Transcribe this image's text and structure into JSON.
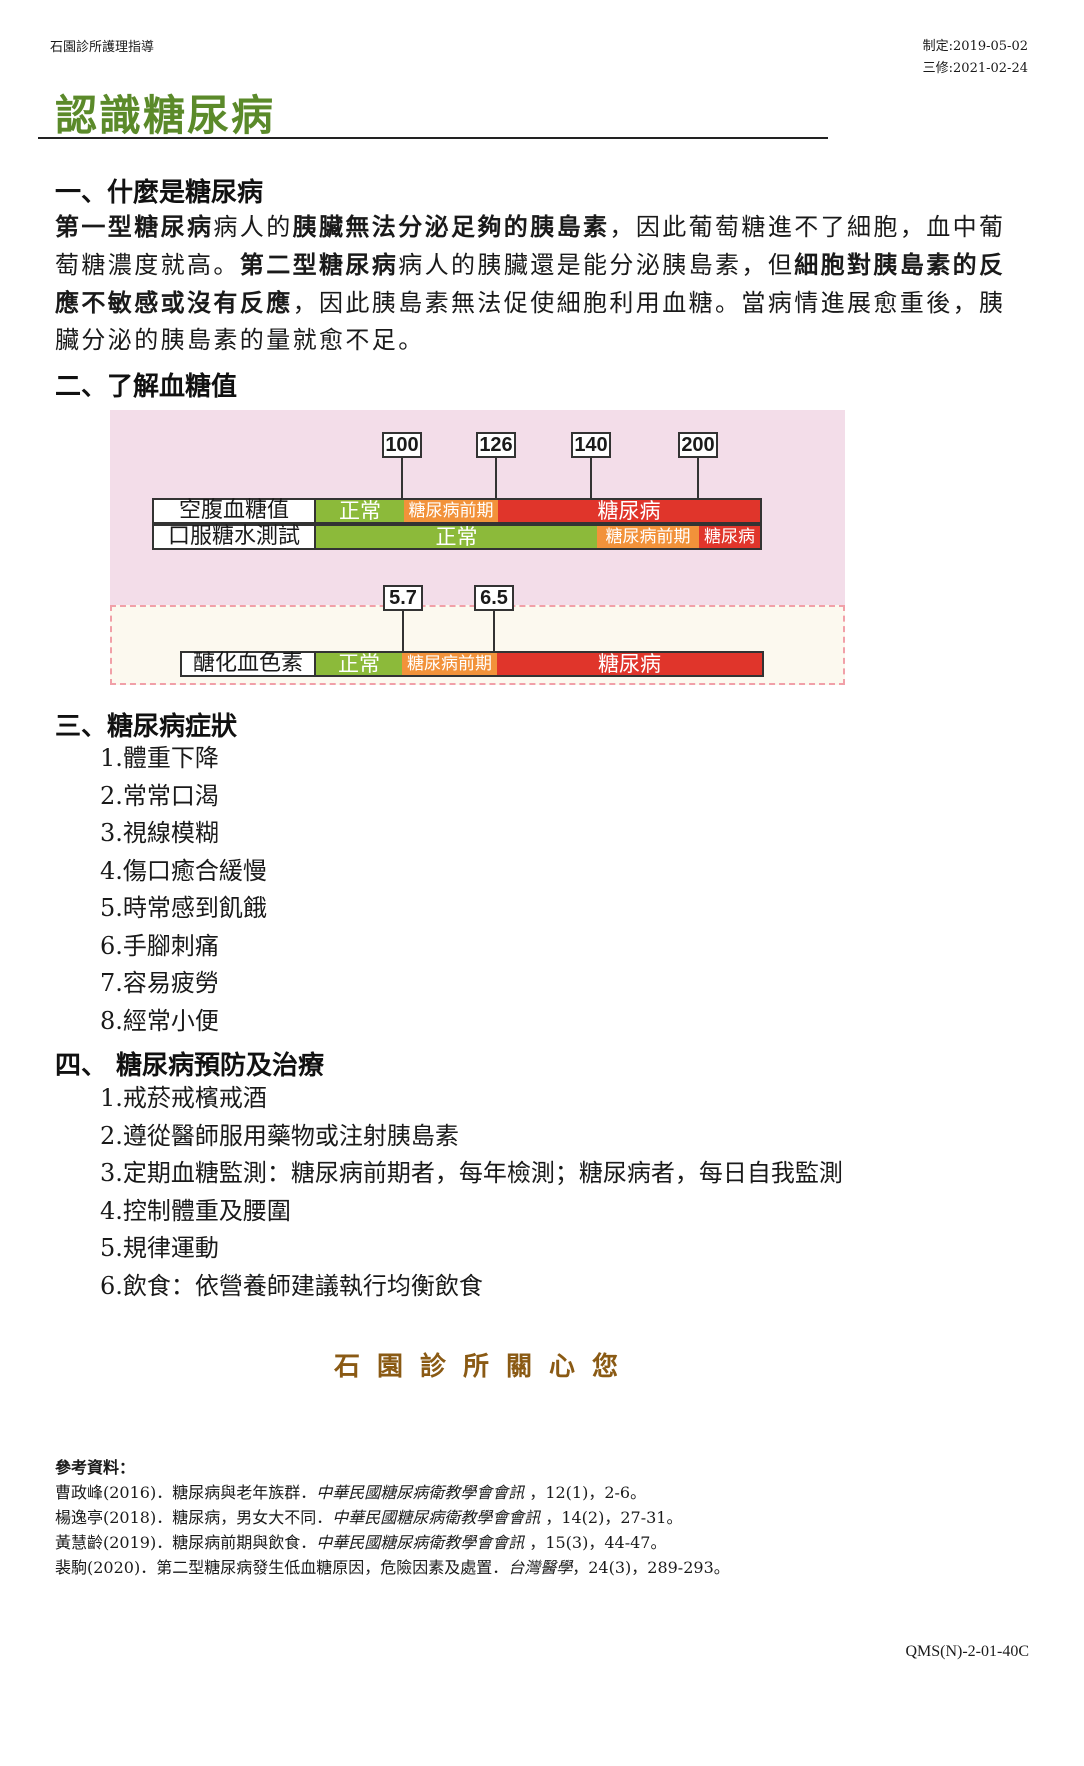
{
  "header": {
    "clinic_guide": "石園診所護理指導",
    "made": "制定:2019-05-02",
    "revised": "三修:2021-02-24"
  },
  "title": "認識糖尿病",
  "section1": {
    "heading": "一、什麼是糖尿病",
    "p": [
      "第一型糖尿病",
      "病人的",
      "胰臟無法分泌足夠的胰島素",
      "，因此葡萄糖進不了細胞，血中葡萄糖濃度就高。",
      "第二型糖尿病",
      "病人的胰臟還是能分泌胰島素，但",
      "細胞對胰島素的反應不敏感或沒有反應",
      "，因此胰島素無法促使細胞利用血糖。當病情進展愈重後，胰臟分泌的胰島素的量就愈不足。"
    ]
  },
  "section2": {
    "heading": "二、了解血糖值",
    "ticks_top": [
      "100",
      "126",
      "140",
      "200"
    ],
    "ticks_bottom": [
      "5.7",
      "6.5"
    ],
    "rows": [
      {
        "label": "空腹血糖值",
        "segments": [
          "正常",
          "糖尿病前期",
          "糖尿病"
        ]
      },
      {
        "label": "口服糖水測試",
        "segments": [
          "正常",
          "糖尿病前期",
          "糖尿病"
        ]
      },
      {
        "label": "醣化血色素",
        "segments": [
          "正常",
          "糖尿病前期",
          "糖尿病"
        ]
      }
    ],
    "colors": {
      "normal": "#8cba3a",
      "pre": "#f2923a",
      "dm": "#e0352b",
      "zone_top": "#f3dde9",
      "zone_bottom": "#fcf9ef"
    }
  },
  "section3": {
    "heading": "三、糖尿病症狀",
    "items": [
      "1.體重下降",
      "2.常常口渴",
      "3.視線模糊",
      "4.傷口癒合緩慢",
      "5.時常感到飢餓",
      "6.手腳刺痛",
      "7.容易疲勞",
      "8.經常小便"
    ]
  },
  "section4": {
    "heading": "四、 糖尿病預防及治療",
    "items": [
      "1.戒菸戒檳戒酒",
      "2.遵從醫師服用藥物或注射胰島素",
      "3.定期血糖監測：糖尿病前期者，每年檢測；糖尿病者，每日自我監測",
      "4.控制體重及腰圍",
      "5.規律運動",
      "6.飲食：依營養師建議執行均衡飲食"
    ]
  },
  "cares": "石園診所關心您",
  "references": {
    "title": "參考資料：",
    "items": [
      {
        "pre": "曹政峰(2016)．糖尿病與老年族群．",
        "journal": "中華民國糖尿病衛教學會會訊",
        "post": " ，12(1)，2-6。"
      },
      {
        "pre": "楊逸亭(2018)．糖尿病，男女大不同．",
        "journal": "中華民國糖尿病衛教學會會訊",
        "post": " ，14(2)，27-31。"
      },
      {
        "pre": "黃慧齡(2019)．糖尿病前期與飲食．",
        "journal": "中華民國糖尿病衛教學會會訊",
        "post": " ，15(3)，44-47。"
      },
      {
        "pre": "裴駒(2020)．第二型糖尿病發生低血糖原因，危險因素及處置．",
        "journal": "台灣醫學",
        "post": "，24(3)，289-293。"
      }
    ]
  },
  "doc_code": "QMS(N)-2-01-40C"
}
